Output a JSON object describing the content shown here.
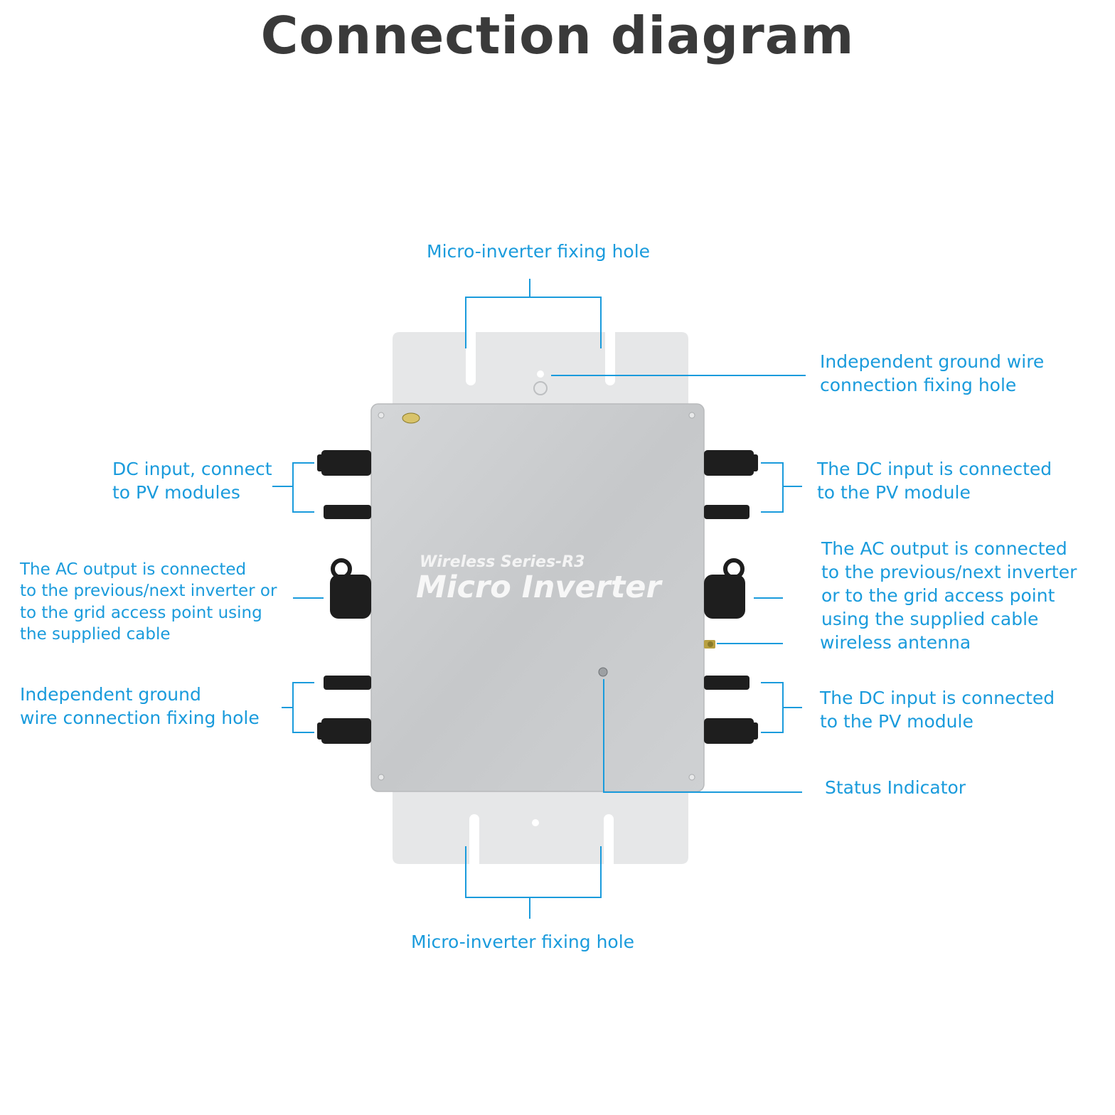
{
  "title": "Connection diagram",
  "device": {
    "series_text": "Wireless Series-R3",
    "product_text": "Micro Inverter"
  },
  "labels": {
    "fixing_hole_top": "Micro-inverter fixing hole",
    "fixing_hole_bottom": "Micro-inverter fixing hole",
    "ground_top_right": [
      "Independent ground wire",
      "connection fixing hole"
    ],
    "dc_left_top": [
      "DC input, connect",
      "to PV modules"
    ],
    "ac_left": [
      "The AC output is connected",
      "to the previous/next inverter or",
      "to the grid access point using",
      "the supplied cable"
    ],
    "ground_left": [
      "Independent ground",
      "wire connection fixing hole"
    ],
    "dc_right_top": [
      "The DC input is connected",
      "to the PV module"
    ],
    "ac_right": [
      "The AC output is connected",
      "to the previous/next inverter",
      "or to the grid access point",
      "using the supplied cable"
    ],
    "antenna": "wireless antenna",
    "dc_right_bottom": [
      "The DC input is connected",
      "to the PV module"
    ],
    "status": "Status Indicator"
  },
  "colors": {
    "label": "#1a9bdc",
    "title": "#3a3a3a",
    "body": "#c9cbcd",
    "plate": "#e6e7e8",
    "connector": "#1e1e1e"
  }
}
